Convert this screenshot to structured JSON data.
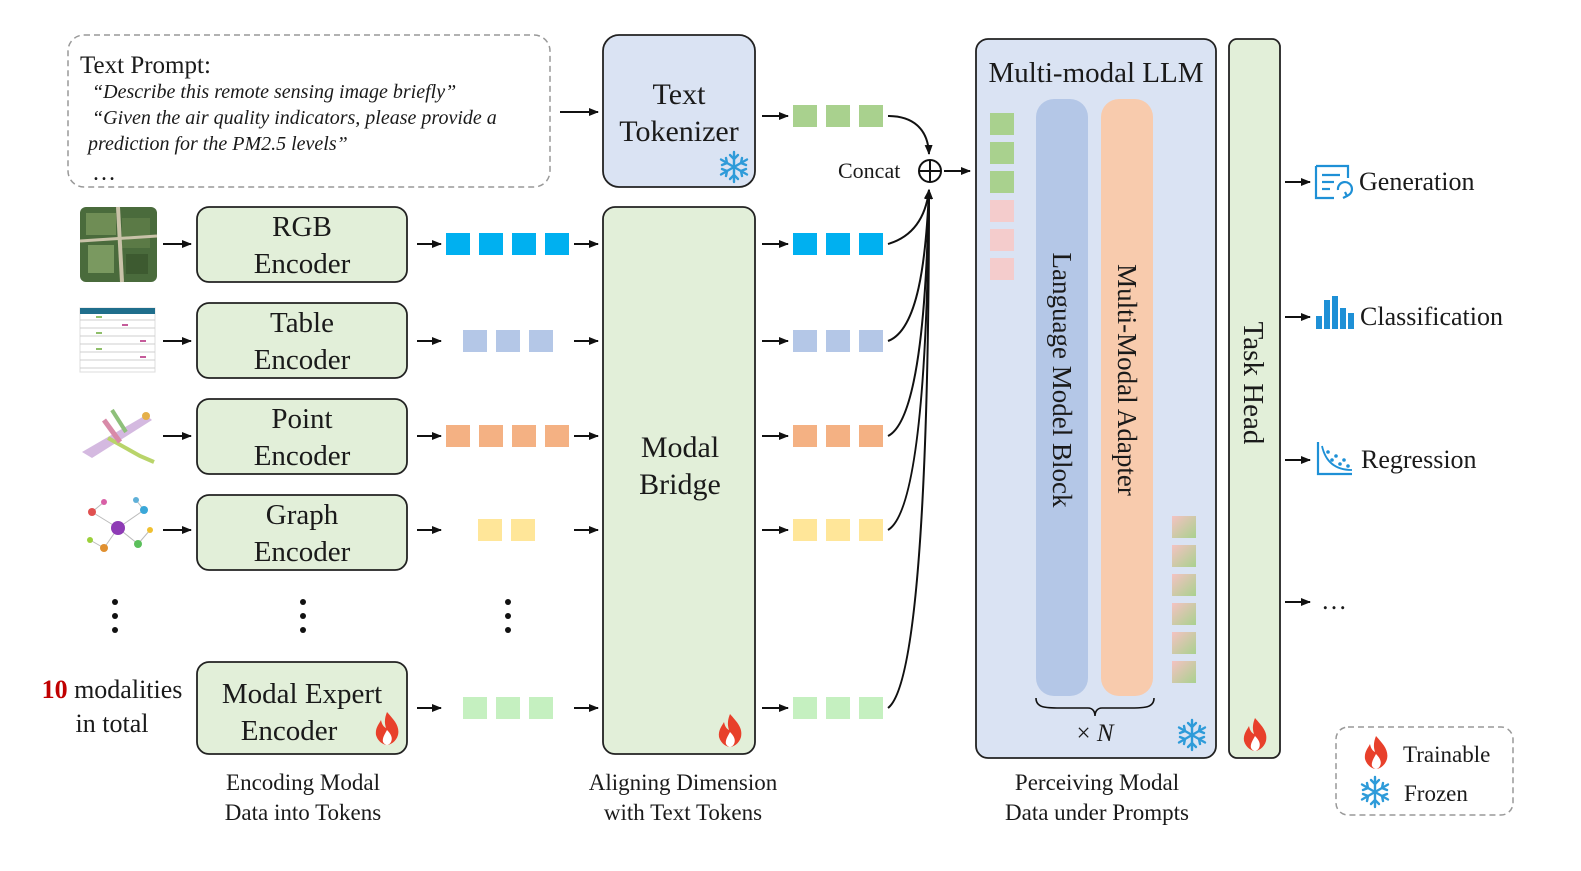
{
  "prompt": {
    "title": "Text Prompt:",
    "lines": [
      "“Describe this remote sensing image briefly”",
      "“Given the air quality indicators, please provide a",
      "prediction for the PM2.5 levels”"
    ],
    "ellipsis": "…"
  },
  "tokenizer": {
    "line1": "Text",
    "line2": "Tokenizer"
  },
  "encoders": [
    {
      "line1": "RGB",
      "line2": "Encoder",
      "icon": "satellite-image-icon"
    },
    {
      "line1": "Table",
      "line2": "Encoder",
      "icon": "table-image-icon"
    },
    {
      "line1": "Point",
      "line2": "Encoder",
      "icon": "point-cloud-airplane-icon"
    },
    {
      "line1": "Graph",
      "line2": "Encoder",
      "icon": "graph-network-icon"
    },
    {
      "line1": "Modal Expert",
      "line2": "Encoder",
      "icon": "flame-icon"
    }
  ],
  "modalities": {
    "count": "10",
    "line1": "modalities",
    "line2": "in total"
  },
  "bridge": {
    "line1": "Modal",
    "line2": "Bridge"
  },
  "concat": {
    "label": "Concat",
    "symbol": "⊕"
  },
  "llm": {
    "title": "Multi-modal LLM",
    "block": "Language Model Block",
    "adapter": "Multi-Modal Adapter",
    "repeat_prefix": "×",
    "repeat_var": "N"
  },
  "task_head": "Task Head",
  "outputs": [
    {
      "label": "Generation",
      "icon": "generation-icon"
    },
    {
      "label": "Classification",
      "icon": "bar-chart-icon"
    },
    {
      "label": "Regression",
      "icon": "scatter-plot-icon"
    },
    {
      "label": "…",
      "icon": ""
    }
  ],
  "legend": {
    "trainable": "Trainable",
    "frozen": "Frozen"
  },
  "captions": {
    "encoding_1": "Encoding Modal",
    "encoding_2": "Data into Tokens",
    "aligning_1": "Aligning Dimension",
    "aligning_2": "with Text Tokens",
    "perceiving_1": "Perceiving Modal",
    "perceiving_2": "Data under Prompts"
  },
  "colors": {
    "box_green": "#e2efd9",
    "box_blue": "#dae3f3",
    "llm_bg": "#dae3f3",
    "lang_block": "#b4c7e7",
    "adapter": "#f8cbad",
    "rgb_token": "#00b0f0",
    "table_token": "#b4c7e7",
    "point_token": "#f4b183",
    "graph_token": "#ffe699",
    "expert_token": "#c5f0c0",
    "text_token": "#a9d18e",
    "pink_token": "#f4cccc",
    "icon_blue": "#1e90d6",
    "count_red": "#c00000"
  }
}
